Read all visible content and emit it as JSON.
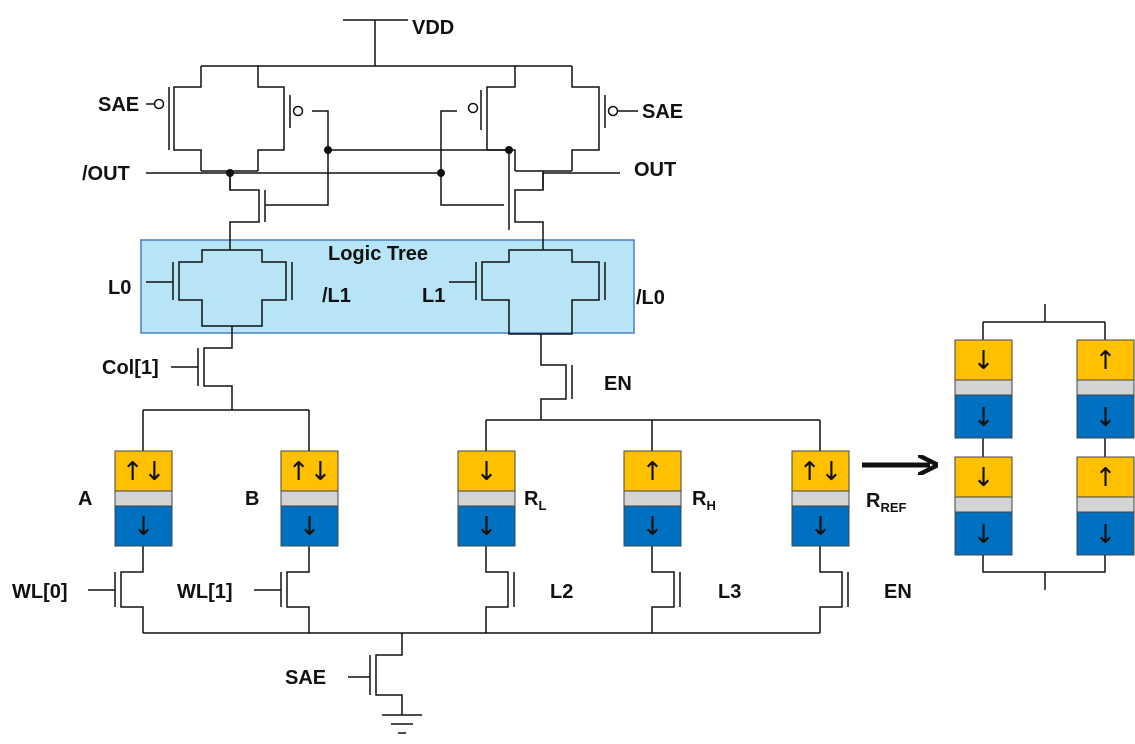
{
  "labels": {
    "vdd": "VDD",
    "sae_left": "SAE",
    "sae_right": "SAE",
    "out_bar": "/OUT",
    "out": "OUT",
    "logic_tree": "Logic Tree",
    "l0": "L0",
    "l1_bar": "/L1",
    "l1": "L1",
    "l0_bar": "/L0",
    "col1": "Col[1]",
    "en_top": "EN",
    "wl0": "WL[0]",
    "wl1": "WL[1]",
    "l2": "L2",
    "l3": "L3",
    "en_bottom": "EN",
    "sae_bottom": "SAE",
    "a": "A",
    "b": "B",
    "r_l": "R",
    "r_l_sub": "L",
    "r_h": "R",
    "r_h_sub": "H",
    "r_ref": "R",
    "r_ref_sub": "REF"
  },
  "mtj": {
    "a": {
      "free": "↑↓",
      "fixed": "↓"
    },
    "b": {
      "free": "↑↓",
      "fixed": "↓"
    },
    "r_l": {
      "free": "↓",
      "fixed": "↓"
    },
    "r_h": {
      "free": "↑",
      "fixed": "↓"
    },
    "r_ref": {
      "free": "↑↓",
      "fixed": "↓"
    },
    "ref_tl": {
      "free": "↓",
      "fixed": "↓"
    },
    "ref_tr": {
      "free": "↑",
      "fixed": "↓"
    },
    "ref_bl": {
      "free": "↓",
      "fixed": "↓"
    },
    "ref_br": {
      "free": "↑",
      "fixed": "↓"
    }
  },
  "colors": {
    "free_layer": "#FFC000",
    "barrier": "#D4D4D4",
    "fixed_layer": "#0070C0",
    "logic_box": "#B7E4F7",
    "logic_border": "#4A7EBB"
  }
}
